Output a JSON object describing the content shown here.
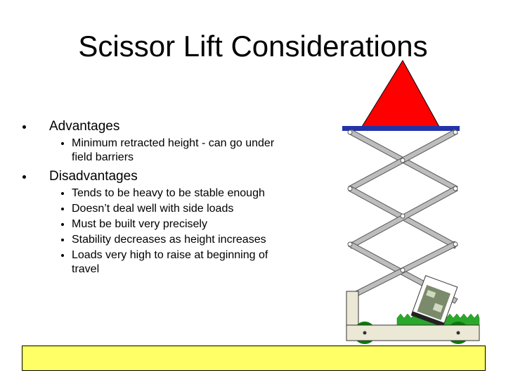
{
  "slide": {
    "title": "Scissor Lift Considerations",
    "advantages": {
      "heading": "Advantages",
      "items": [
        "Minimum retracted height - can go under field barriers"
      ]
    },
    "disadvantages": {
      "heading": "Disadvantages",
      "items": [
        "Tends to be heavy to be stable enough",
        "Doesn’t deal well with side loads",
        "Must be built very precisely",
        "Stability decreases as height increases",
        "Loads very high to raise at beginning of travel"
      ]
    }
  },
  "colors": {
    "triangle": "#ff0000",
    "platform": "#2233aa",
    "scissor_arm": "#bdbdbd",
    "base": "#ece8d6",
    "wheel": "#0a7a0a",
    "grass": "#2aa82a",
    "footer_box": "#ffff66"
  },
  "icons": {
    "payload": "cone-triangle-icon",
    "battery": "battery-pack-icon"
  }
}
